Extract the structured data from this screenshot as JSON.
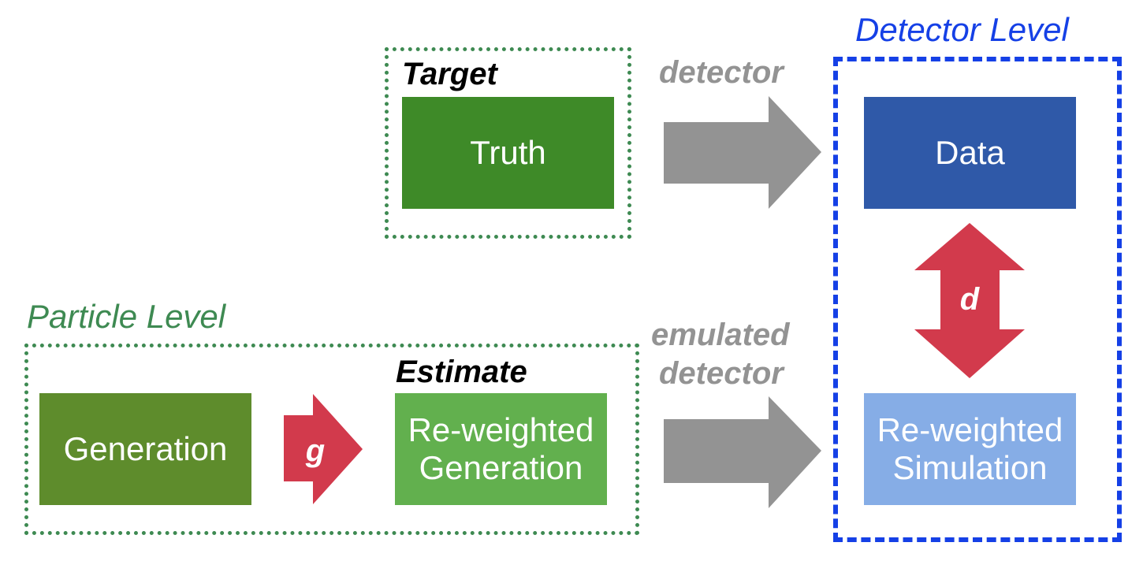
{
  "colors": {
    "truth": "#3e8a28",
    "generation": "#5e8c2c",
    "reweighted_generation": "#62b04e",
    "data": "#2f59a8",
    "reweighted_simulation": "#86ade6",
    "gray_arrow": "#939393",
    "red_arrow": "#d23a4c",
    "green_border": "#3e8a52",
    "blue_border": "#1540e6",
    "particle_level_text": "#3e8a52",
    "detector_level_text": "#1540e6",
    "arrow_label_text": "#939393"
  },
  "labels": {
    "detector_level": "Detector Level",
    "particle_level": "Particle Level",
    "target": "Target",
    "estimate": "Estimate",
    "detector": "detector",
    "emulated_detector_line1": "emulated",
    "emulated_detector_line2": "detector"
  },
  "boxes": {
    "truth": "Truth",
    "data": "Data",
    "generation": "Generation",
    "reweighted_generation_line1": "Re-weighted",
    "reweighted_generation_line2": "Generation",
    "reweighted_simulation_line1": "Re-weighted",
    "reweighted_simulation_line2": "Simulation"
  },
  "arrows": {
    "g": "g",
    "d": "d"
  }
}
